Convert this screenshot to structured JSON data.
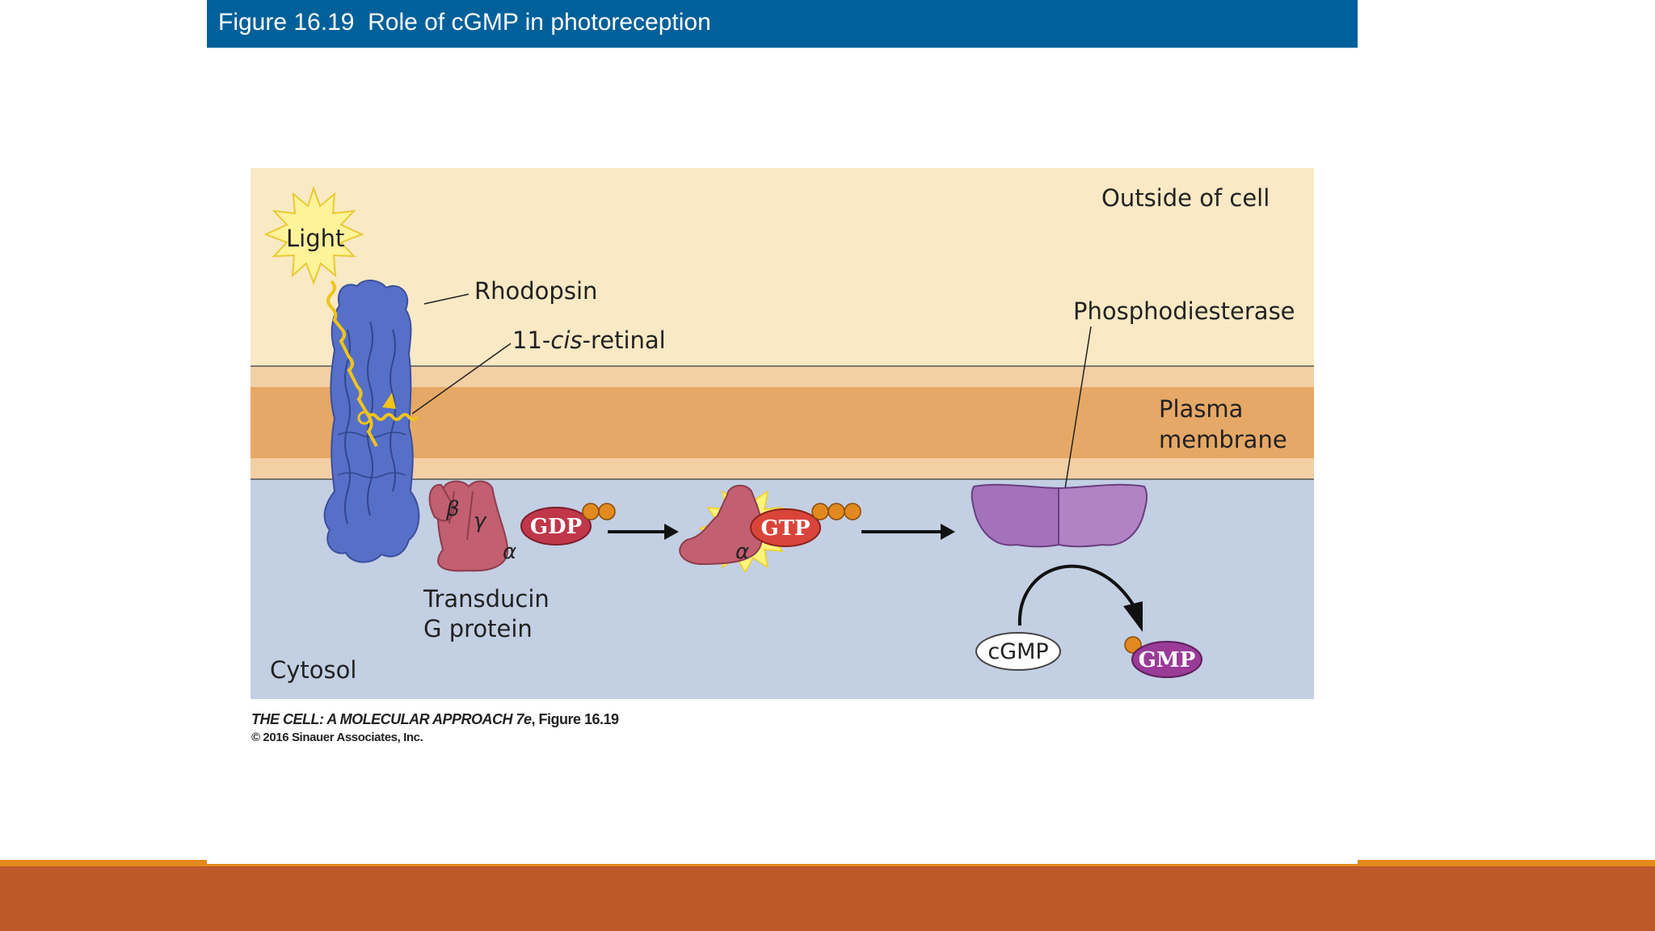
{
  "slide": {
    "title": "Figure 16.19  Role of cGMP in photoreception"
  },
  "diagram": {
    "labels": {
      "outside": "Outside of cell",
      "light": "Light",
      "rhodopsin": "Rhodopsin",
      "retinal_prefix": "11-",
      "retinal_italic": "cis",
      "retinal_suffix": "-retinal",
      "phosphodiesterase": "Phosphodiesterase",
      "plasma": "Plasma",
      "membrane": "membrane",
      "beta": "β",
      "gamma": "γ",
      "alpha1": "α",
      "alpha2": "α",
      "gdp": "GDP",
      "gtp": "GTP",
      "transducin": "Transducin",
      "gprotein": "G protein",
      "cytosol": "Cytosol",
      "cgmp": "cGMP",
      "gmp": "GMP"
    }
  },
  "credit": {
    "book": "THE CELL: A MOLECULAR APPROACH 7e",
    "figure": ", Figure 16.19",
    "copyright": "© 2016 Sinauer Associates, Inc."
  },
  "colors": {
    "title_bar": "#00609a",
    "outside": "#f9e9c4",
    "membrane": "#e6a866",
    "cytosol": "#c3cfe3",
    "rhodopsin": "#5670c8",
    "transducin": "#c25f70",
    "pde": "#a472b8",
    "bottom_band": "#bc582a"
  }
}
